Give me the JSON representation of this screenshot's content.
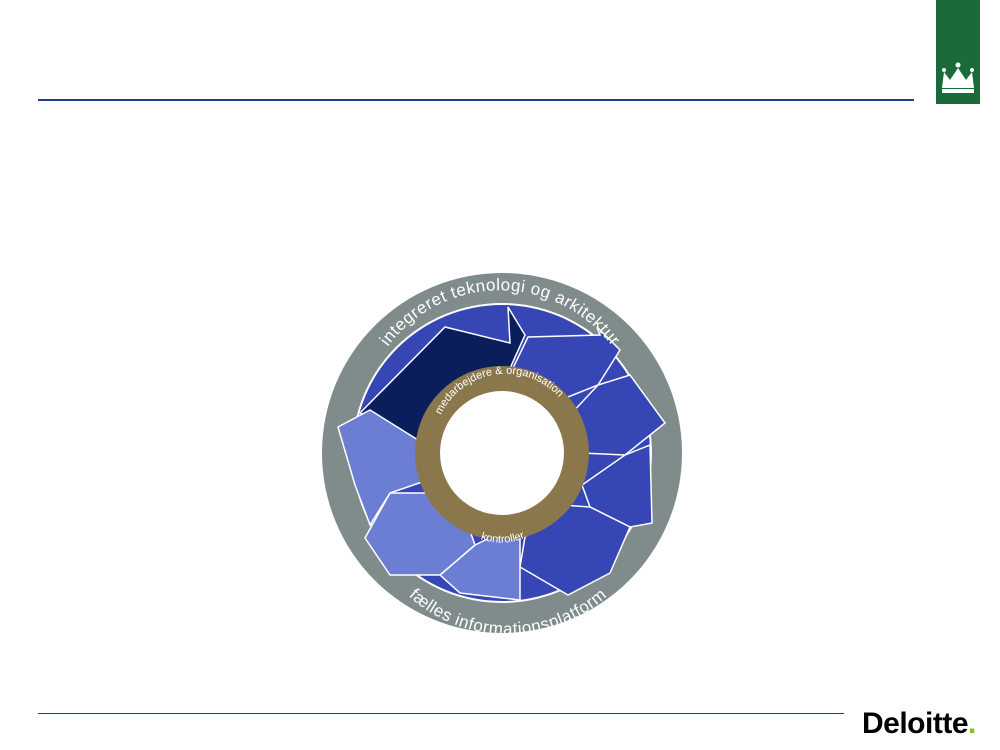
{
  "diagram": {
    "outer_ring": {
      "top_label": "integreret teknologi og arkitektur",
      "bottom_label": "fælles informationsplatform"
    },
    "inner_ring": {
      "top_label": "medarbejdere & organisation",
      "bottom_label": "kontroller"
    },
    "colors": {
      "outer_ring": "#7f8c8b",
      "inner_ring": "#8a774c",
      "arrow_dark": "#0a1e5c",
      "arrow_mid": "#3646b5",
      "arrow_light": "#6b7ed4"
    }
  },
  "footer": {
    "brand": "Deloitte",
    "brand_dot": "."
  },
  "header": {
    "crest_icon": "crown-icon"
  }
}
